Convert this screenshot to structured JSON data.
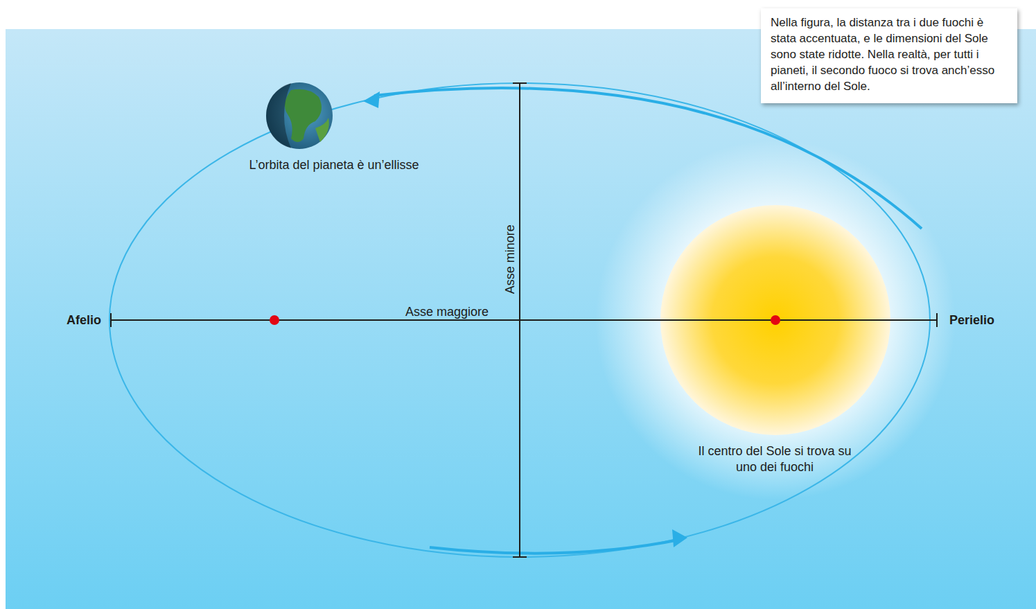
{
  "diagram": {
    "nodes": [
      {
        "text": [
          "Nella figura, la distanza tra i due fuochi è stata accentuata, e le dimensioni del Sole sono state ridotte. Nella realtà, per tutti i pianeti, il secondo fuoco si trova anch’esso all’interno del Sole."
        ]
      }
    ],
    "labels": [
      "L’orbita del pianeta è un’ellisse",
      "Asse minore",
      "Asse maggiore",
      "Afelio",
      "Perielio",
      "Il centro del Sole si trova su uno dei fuochi"
    ]
  }
}
